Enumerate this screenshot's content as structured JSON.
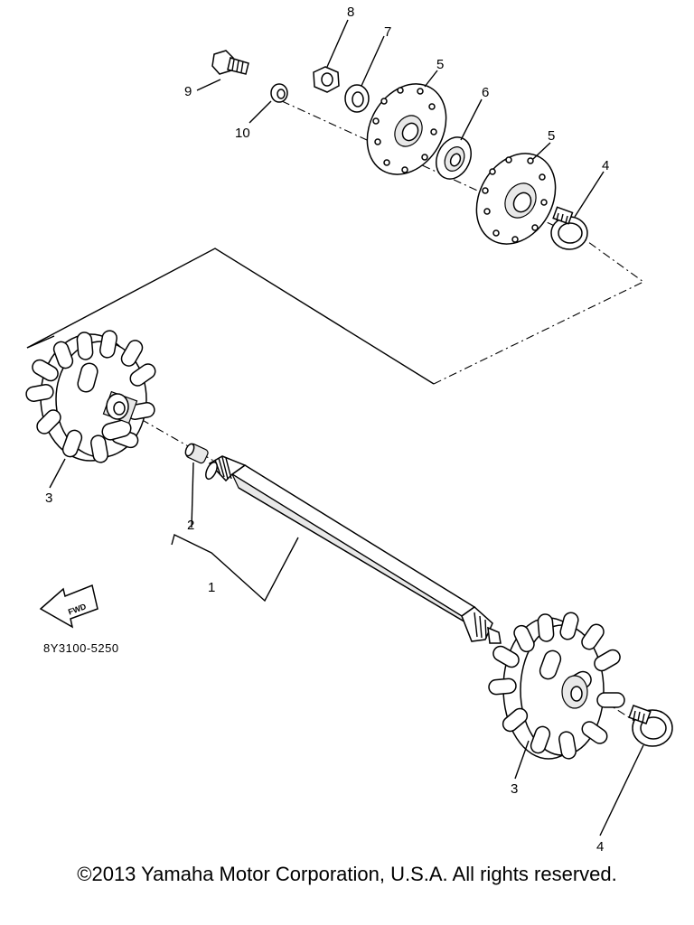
{
  "callouts": {
    "shaft": "1",
    "pin": "2",
    "sprocket_left": "3",
    "sprocket_right": "3",
    "clamp_upper": "4",
    "clamp_lower": "4",
    "housing_outer": "5",
    "housing_inner": "5",
    "bearing": "6",
    "washer": "7",
    "nut": "8",
    "bolt": "9",
    "collar": "10"
  },
  "direction_arrow": "FWD",
  "drawing_code": "8Y3100-5250",
  "copyright": "©2013 Yamaha Motor Corporation, U.S.A. All rights reserved."
}
